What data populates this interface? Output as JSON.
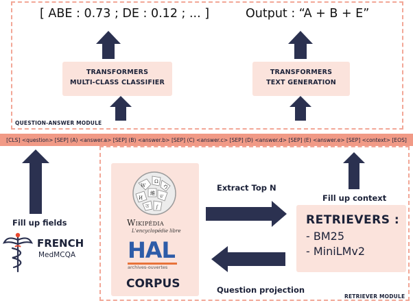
{
  "qa_module": {
    "output_left": "[ ABE : 0.73 ; DE : 0.12 ; ... ]",
    "output_right": "Output : “A + B + E”",
    "classifier_line1": "TRANSFORMERS",
    "classifier_line2": "MULTI-CLASS CLASSIFIER",
    "generation_line1": "TRANSFORMERS",
    "generation_line2": "TEXT GENERATION",
    "module_label": "QUESTION-ANSWER MODULE"
  },
  "sequence": "[CLS] <question> [SEP] (A) <answer.a> [SEP] (B) <answer.b> [SEP] (C) <answer.c> [SEP] (D) <answer.d> [SEP] (E) <answer.e> [SEP] <context> [EOS]",
  "left": {
    "fill_label": "Fill up fields",
    "brand_line1": "FRENCH",
    "brand_line2": "MedMCQA"
  },
  "retriever_module": {
    "wiki_name": "Wikipédia",
    "wiki_tagline": "L'encyclopédie libre",
    "hal_name": "HAL",
    "hal_tagline": "archives-ouvertes",
    "corpus_label": "CORPUS",
    "extract_label": "Extract Top N",
    "projection_label": "Question projection",
    "fill_context_label": "Fill up context",
    "retrievers_title": "RETRIEVERS :",
    "retrievers": [
      "- BM25",
      "- MiniLMv2"
    ],
    "module_label": "RETRIEVER MODULE"
  },
  "colors": {
    "navy": "#2b3150",
    "pink_fill": "#fbe3dc",
    "dash": "#f2a696",
    "seq_bar": "#f19a86",
    "hal_blue": "#2e5ca8",
    "hal_orange": "#e8733a"
  }
}
